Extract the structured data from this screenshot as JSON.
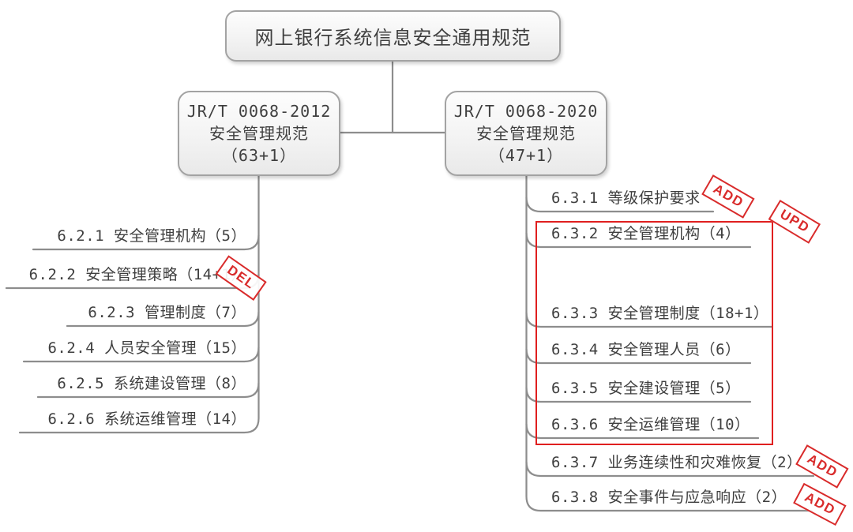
{
  "diagram": {
    "root": {
      "label": "网上银行系统信息安全通用规范"
    },
    "left_branch": {
      "title_line1": "JR/T 0068-2012",
      "title_line2": "安全管理规范",
      "title_line3": "（63+1）",
      "items": [
        {
          "label": "6.2.1 安全管理机构（5）"
        },
        {
          "label": "6.2.2 安全管理策略（14+1）",
          "stamp": "DEL"
        },
        {
          "label": "6.2.3 管理制度（7）"
        },
        {
          "label": "6.2.4 人员安全管理（15）"
        },
        {
          "label": "6.2.5 系统建设管理（8）"
        },
        {
          "label": "6.2.6 系统运维管理（14）"
        }
      ]
    },
    "right_branch": {
      "title_line1": "JR/T 0068-2020",
      "title_line2": "安全管理规范",
      "title_line3": "（47+1）",
      "items": [
        {
          "label": "6.3.1 等级保护要求",
          "stamp": "ADD"
        },
        {
          "label": "6.3.2 安全管理机构（4）"
        },
        {
          "label": "6.3.3 安全管理制度（18+1）"
        },
        {
          "label": "6.3.4 安全管理人员（6）"
        },
        {
          "label": "6.3.5 安全建设管理（5）"
        },
        {
          "label": "6.3.6 安全运维管理（10）"
        },
        {
          "label": "6.3.7 业务连续性和灾难恢复（2）",
          "stamp": "ADD"
        },
        {
          "label": "6.3.8 安全事件与应急响应（2）",
          "stamp": "ADD"
        }
      ],
      "updated_group_stamp": "UPD"
    },
    "colors": {
      "stamp_red": "#d92b2b",
      "highlight_box_red": "#e01f1f",
      "connector_gray": "#8d8d8d",
      "text_gray": "#3f3f3f"
    }
  }
}
